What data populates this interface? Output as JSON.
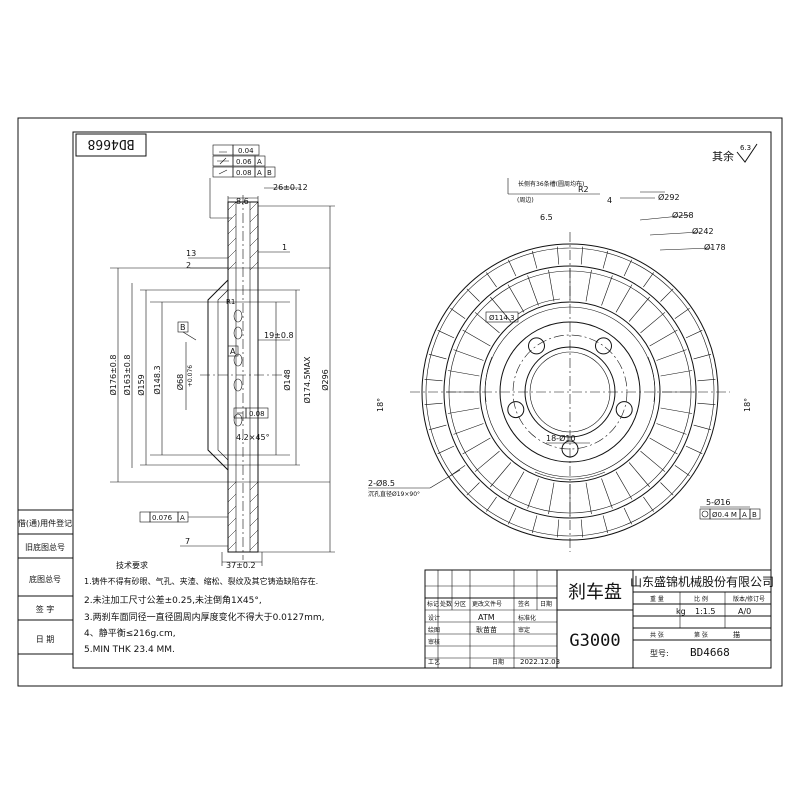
{
  "part_no_rotated": "BD4668",
  "surface_finish": {
    "label": "其余",
    "value": "6.3"
  },
  "side_view": {
    "gdt": [
      "0.04",
      "0.06",
      "A",
      "0.08",
      "A",
      "B"
    ],
    "dims": {
      "width_26": "26±0.12",
      "thk_8_6": "8.6",
      "d13": "13",
      "d2": "2",
      "d1": "1",
      "d19": "19±0.8",
      "d7": "7",
      "d37": "37±0.2",
      "d4_2": "4.2×45°",
      "tol_0_08": "0.08",
      "tol_0_076": "0.076",
      "datum_a": "A",
      "datum_b": "B",
      "dia_176": "Ø176±0.8",
      "dia_163": "Ø163±0.8",
      "dia_159": "Ø159",
      "dia_148_3": "Ø148.3",
      "dia_68": "Ø68",
      "dia_68_tol": "+0.076",
      "dia_148": "Ø148",
      "dia_174_5": "Ø174.5MAX",
      "dia_296": "Ø296",
      "r1": "R1"
    }
  },
  "front_view": {
    "note_top": "长侧有36条槽(圆周均布)",
    "note_top2": "(周边)",
    "dims": {
      "r2": "R2",
      "d4": "4",
      "d6_5": "6.5",
      "dia_292": "Ø292",
      "dia_258": "Ø258",
      "dia_242": "Ø242",
      "dia_178": "Ø178",
      "dia_114_3": "Ø114.3",
      "ang_18_left": "18°",
      "ang_18_right": "18°",
      "holes_18": "18-Ø10",
      "holes_2": "2-Ø8.5",
      "countersink": "沉孔直径Ø19×90°",
      "holes_5": "5-Ø16",
      "pos_tol": "Ø0.4 M",
      "pos_a": "A",
      "pos_b": "B"
    }
  },
  "side_labels": [
    "借(通)用件登记",
    "旧底图总号",
    "底图总号",
    "签 字",
    "日 期"
  ],
  "tech_req": {
    "title": "技术要求",
    "items": [
      "1.铸件不得有砂眼、气孔、夹渣、缩松、裂纹及其它铸造缺陷存在.",
      "2.未注加工尺寸公差±0.25,未注倒角1X45°,",
      "3.两刹车面同径一直径圆周内厚度变化不得大于0.0127mm,",
      "4、静平衡≤216g.cm,",
      "5.MIN THK 23.4 MM."
    ]
  },
  "title_block": {
    "part_name": "刹车盘",
    "material": "G3000",
    "company": "山东盛锦机械股份有限公司",
    "rev_headers": [
      "标记",
      "处数",
      "分区",
      "更改文件号",
      "签名",
      "日期"
    ],
    "rows": [
      {
        "label": "设计",
        "value": "ATM",
        "label2": "标准化"
      },
      {
        "label": "绘图",
        "value": "耿苗苗",
        "label2": "审定"
      },
      {
        "label": "审核",
        "value": "",
        "label2": ""
      },
      {
        "label": "工艺",
        "value": "",
        "label2": "日期",
        "date": "2022.12.03"
      }
    ],
    "props_headers": [
      "重 量",
      "比 例",
      "版本/修订号"
    ],
    "props_values": [
      "kg",
      "1:1.5",
      "A/0"
    ],
    "sheet_labels": [
      "共 张",
      "第 张",
      "描"
    ],
    "model_label": "型号:",
    "model_value": "BD4668"
  }
}
